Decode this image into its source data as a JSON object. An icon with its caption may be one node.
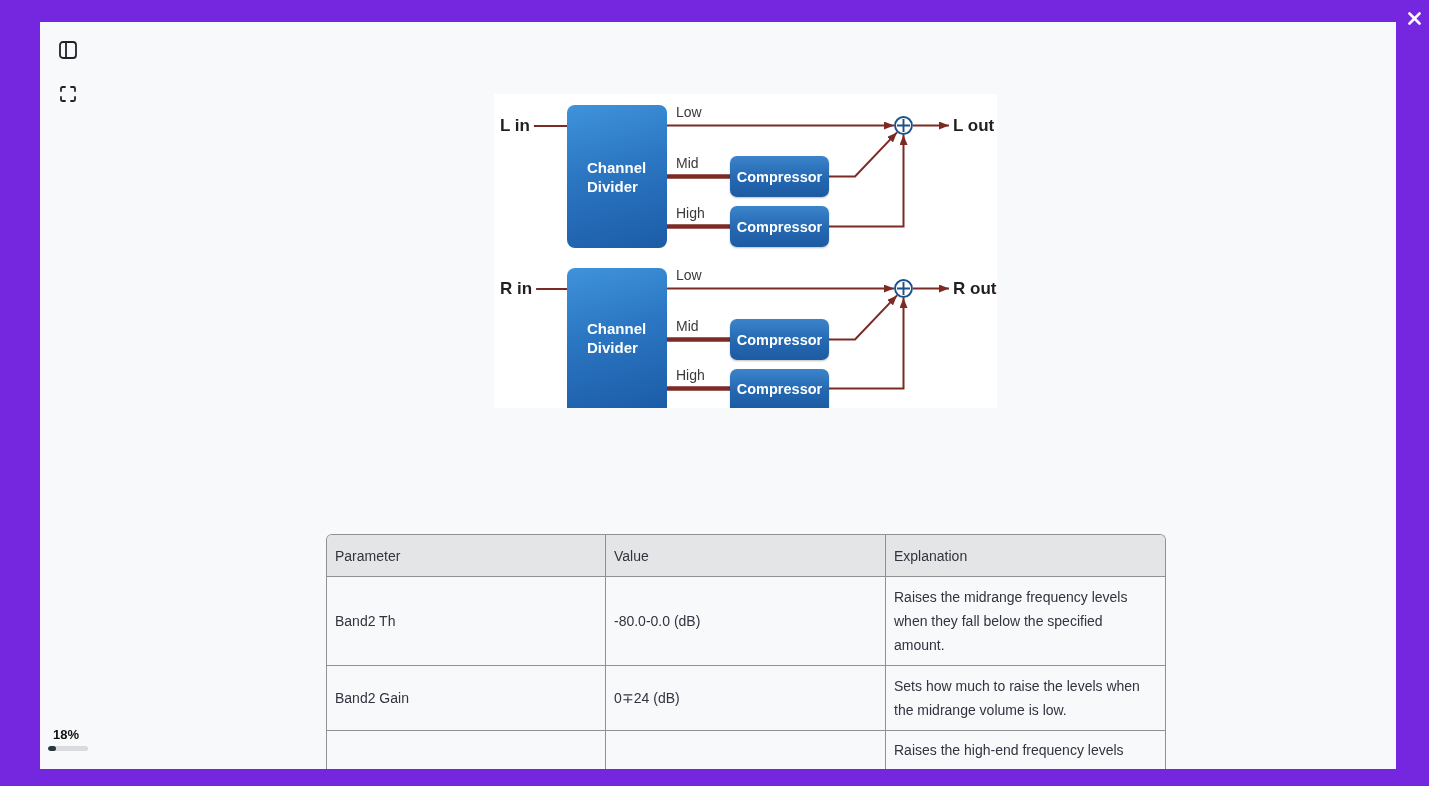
{
  "diagram": {
    "nodes": [
      {
        "text": [
          "L in"
        ]
      },
      {
        "text": [
          "Channel Divider"
        ]
      },
      {
        "text": [
          "Compressor"
        ]
      },
      {
        "text": [
          "Compressor"
        ]
      },
      {
        "text": [],
        "shape": "circle"
      },
      {
        "text": [
          "L out"
        ]
      },
      {
        "text": [
          "R in"
        ]
      },
      {
        "text": [
          "Channel Divider"
        ]
      },
      {
        "text": [
          "Compressor"
        ]
      },
      {
        "text": [
          "Compressor"
        ]
      },
      {
        "text": [],
        "shape": "circle"
      },
      {
        "text": [
          "R out"
        ]
      }
    ],
    "edges": [
      {
        "from": 0,
        "to": 1,
        "arrow": "none"
      },
      {
        "from": 1,
        "to": 4,
        "label": "Low",
        "arrow": "to"
      },
      {
        "from": 1,
        "to": 2,
        "label": "Mid",
        "arrow": "none",
        "style": "thick"
      },
      {
        "from": 1,
        "to": 3,
        "label": "High",
        "arrow": "none",
        "style": "thick"
      },
      {
        "from": 2,
        "to": 4,
        "arrow": "to"
      },
      {
        "from": 3,
        "to": 4,
        "arrow": "to"
      },
      {
        "from": 4,
        "to": 5,
        "arrow": "to"
      },
      {
        "from": 6,
        "to": 7,
        "arrow": "none"
      },
      {
        "from": 7,
        "to": 10,
        "label": "Low",
        "arrow": "to"
      },
      {
        "from": 7,
        "to": 8,
        "label": "Mid",
        "arrow": "none",
        "style": "thick"
      },
      {
        "from": 7,
        "to": 9,
        "label": "High",
        "arrow": "none",
        "style": "thick"
      },
      {
        "from": 8,
        "to": 10,
        "arrow": "to"
      },
      {
        "from": 9,
        "to": 10,
        "arrow": "to"
      },
      {
        "from": 10,
        "to": 11,
        "arrow": "to"
      }
    ],
    "labels": [
      "Parameter",
      "Value",
      "Explanation",
      "Band2 Th",
      "-80.0-0.0 (dB)",
      "Raises the midrange frequency levels when they fall below the specified amount.",
      "Band2 Gain",
      "0∓24 (dB)",
      "Sets how much to raise the levels when the midrange volume is low.",
      "Raises the high-end frequency levels",
      "18%"
    ]
  }
}
